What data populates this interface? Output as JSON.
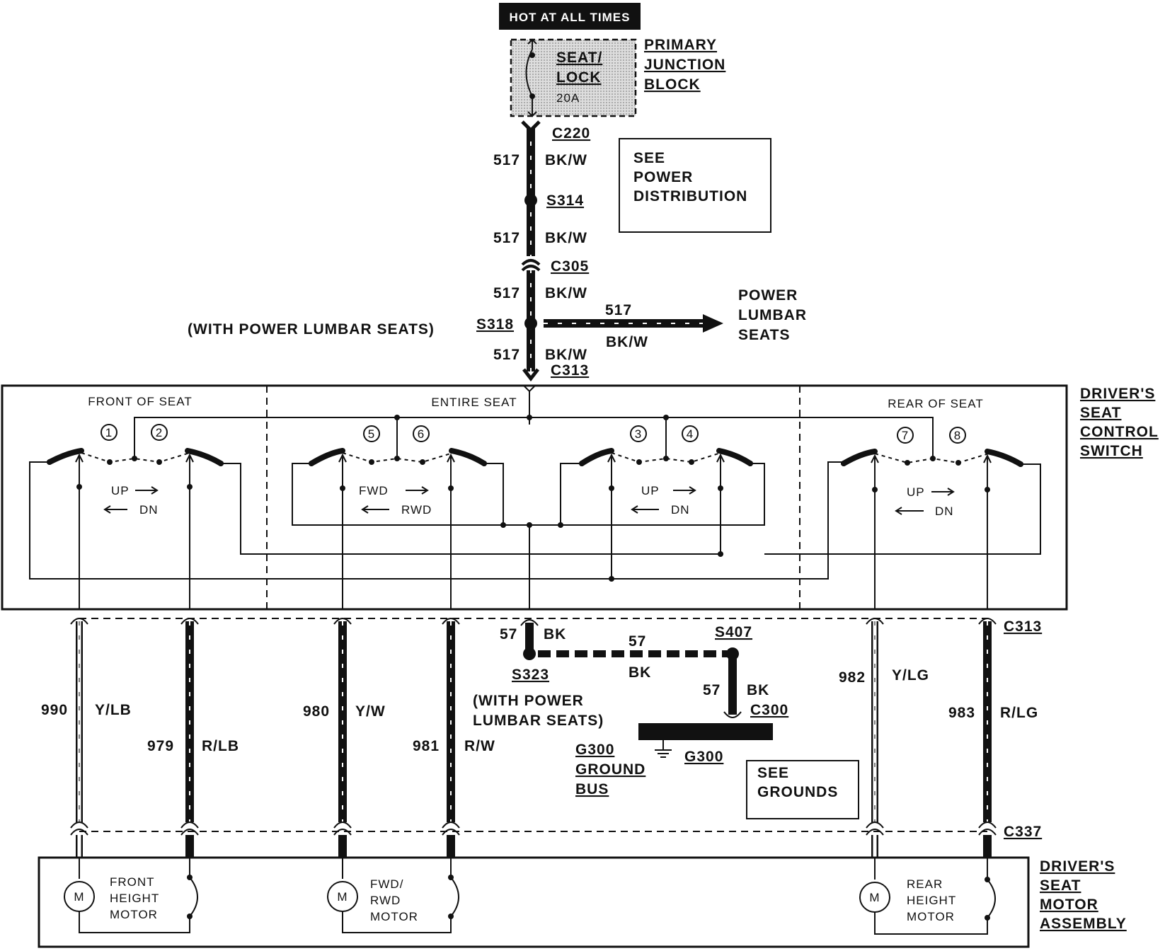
{
  "power": {
    "hot_label": "HOT AT ALL TIMES",
    "fuse_name_1": "SEAT/",
    "fuse_name_2": "LOCK",
    "fuse_rating": "20A",
    "junction_1": "PRIMARY",
    "junction_2": "JUNCTION",
    "junction_3": "BLOCK",
    "see_power_1": "SEE",
    "see_power_2": "POWER",
    "see_power_3": "DISTRIBUTION"
  },
  "feed": {
    "c220": "C220",
    "s314": "S314",
    "c305": "C305",
    "s318": "S318",
    "c313": "C313",
    "circuit": "517",
    "color": "BK/W",
    "lumbar_note": "(WITH POWER LUMBAR SEATS)",
    "lumbar_dest_1": "POWER",
    "lumbar_dest_2": "LUMBAR",
    "lumbar_dest_3": "SEATS"
  },
  "switch": {
    "label_1": "DRIVER'S",
    "label_2": "SEAT",
    "label_3": "CONTROL",
    "label_4": "SWITCH",
    "front": "FRONT OF SEAT",
    "entire": "ENTIRE SEAT",
    "rear": "REAR OF SEAT",
    "pins": [
      "1",
      "2",
      "5",
      "6",
      "3",
      "4",
      "7",
      "8"
    ],
    "up": "UP",
    "dn": "DN",
    "fwd": "FWD",
    "rwd": "RWD"
  },
  "wires": [
    {
      "circuit": "990",
      "color": "Y/LB"
    },
    {
      "circuit": "979",
      "color": "R/LB"
    },
    {
      "circuit": "980",
      "color": "Y/W"
    },
    {
      "circuit": "981",
      "color": "R/W"
    },
    {
      "circuit": "982",
      "color": "Y/LG"
    },
    {
      "circuit": "983",
      "color": "R/LG"
    }
  ],
  "ground": {
    "circuit": "57",
    "color": "BK",
    "s323": "S323",
    "s407": "S407",
    "c300": "C300",
    "g300": "G300",
    "lumbar_note_1": "(WITH POWER",
    "lumbar_note_2": "LUMBAR SEATS)",
    "bus_1": "G300",
    "bus_2": "GROUND",
    "bus_3": "BUS",
    "see_1": "SEE",
    "see_2": "GROUNDS"
  },
  "connectors": {
    "c313": "C313",
    "c337": "C337"
  },
  "motors": {
    "symbol": "M",
    "front_1": "FRONT",
    "front_2": "HEIGHT",
    "front_3": "MOTOR",
    "fwd_1": "FWD/",
    "fwd_2": "RWD",
    "fwd_3": "MOTOR",
    "rear_1": "REAR",
    "rear_2": "HEIGHT",
    "rear_3": "MOTOR",
    "assembly_1": "DRIVER'S",
    "assembly_2": "SEAT",
    "assembly_3": "MOTOR",
    "assembly_4": "ASSEMBLY"
  }
}
